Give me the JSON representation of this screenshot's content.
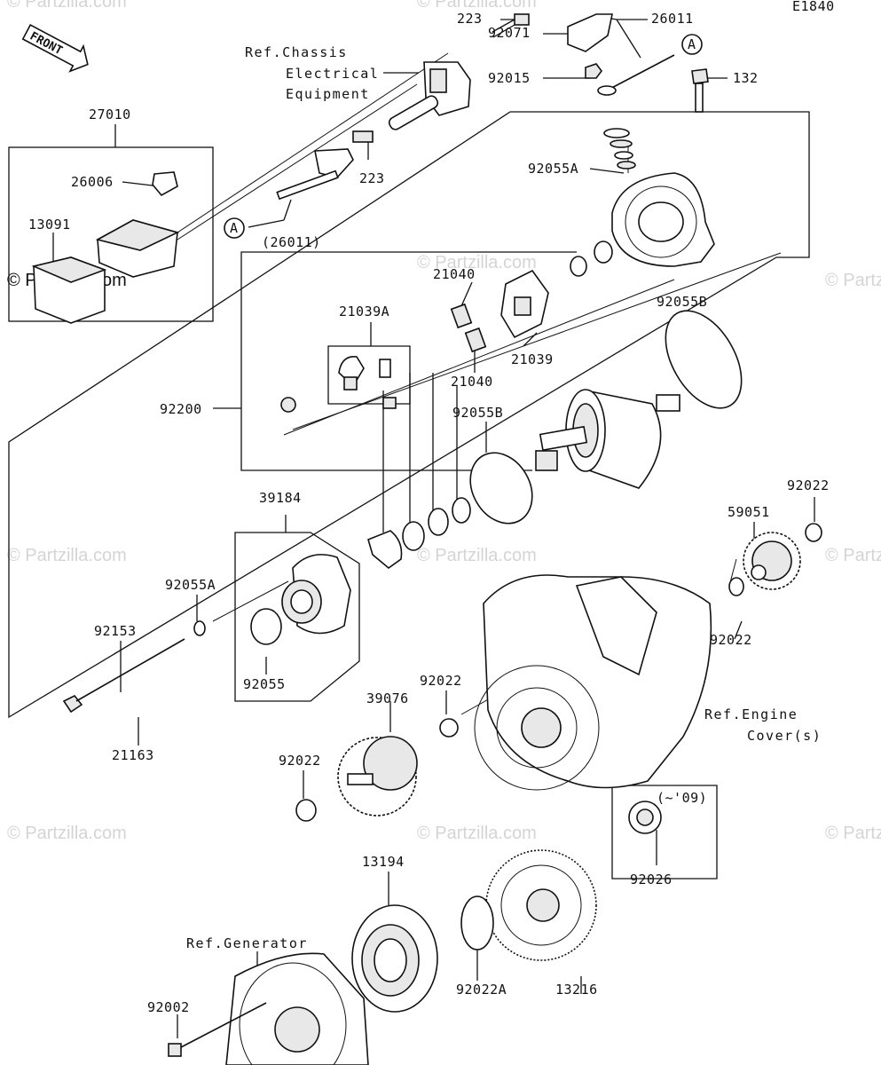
{
  "diagram_code": "E1840",
  "front_label": "FRONT",
  "watermark": "© Partzilla.com",
  "callout_a": "A",
  "parts": {
    "p223_top": "223",
    "p26011_top": "26011",
    "p92071": "92071",
    "p92015": "92015",
    "p132": "132",
    "p223_mid": "223",
    "p27010": "27010",
    "p26006": "26006",
    "p13091": "13091",
    "p26011_paren": "(26011)",
    "p92055A_top": "92055A",
    "p21040_top": "21040",
    "p21039A": "21039A",
    "p21039": "21039",
    "p21040_bot": "21040",
    "p92055B_right": "92055B",
    "p92200": "92200",
    "p92055B_mid": "92055B",
    "p92022_right": "92022",
    "p39184": "39184",
    "p59051": "59051",
    "p92055A_left": "92055A",
    "p92022_mid_right": "92022",
    "p92153": "92153",
    "p92055": "92055",
    "p92022_center": "92022",
    "p39076": "39076",
    "p21163": "21163",
    "p92022_left": "92022",
    "p13194": "13194",
    "p92026": "92026",
    "p92022A": "92022A",
    "p13216": "13216",
    "p92002": "92002"
  },
  "refs": {
    "chassis_1": "Ref.Chassis",
    "chassis_2": "Electrical",
    "chassis_3": "Equipment",
    "engine_1": "Ref.Engine",
    "engine_2": "Cover(s)",
    "generator": "Ref.Generator",
    "year_note": "(~'09)"
  }
}
